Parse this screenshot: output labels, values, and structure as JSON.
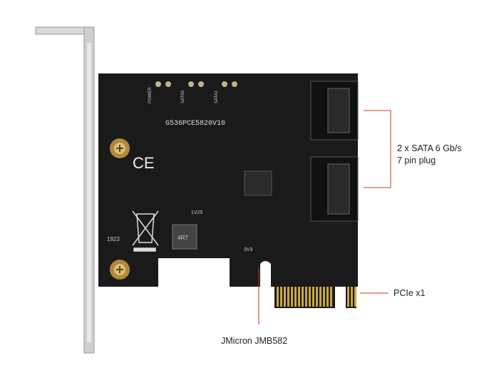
{
  "product": {
    "board_marking": "G536PCE5820V10",
    "led_labels": [
      "POWER",
      "SATA0",
      "SATA1"
    ],
    "ce_mark": "CE",
    "date_code": "1923",
    "inductor_marking": "4R7",
    "test_points": [
      "1V25",
      "3V3"
    ]
  },
  "callouts": {
    "sata_line1": "2 x SATA 6 Gb/s",
    "sata_line2": "7 pin plug",
    "pcie": "PCIe x1",
    "chip": "JMicron JMB582"
  },
  "colors": {
    "callout_line": "#c0392b",
    "pcb": "#1a1a1a",
    "gold": "#c9a545"
  }
}
